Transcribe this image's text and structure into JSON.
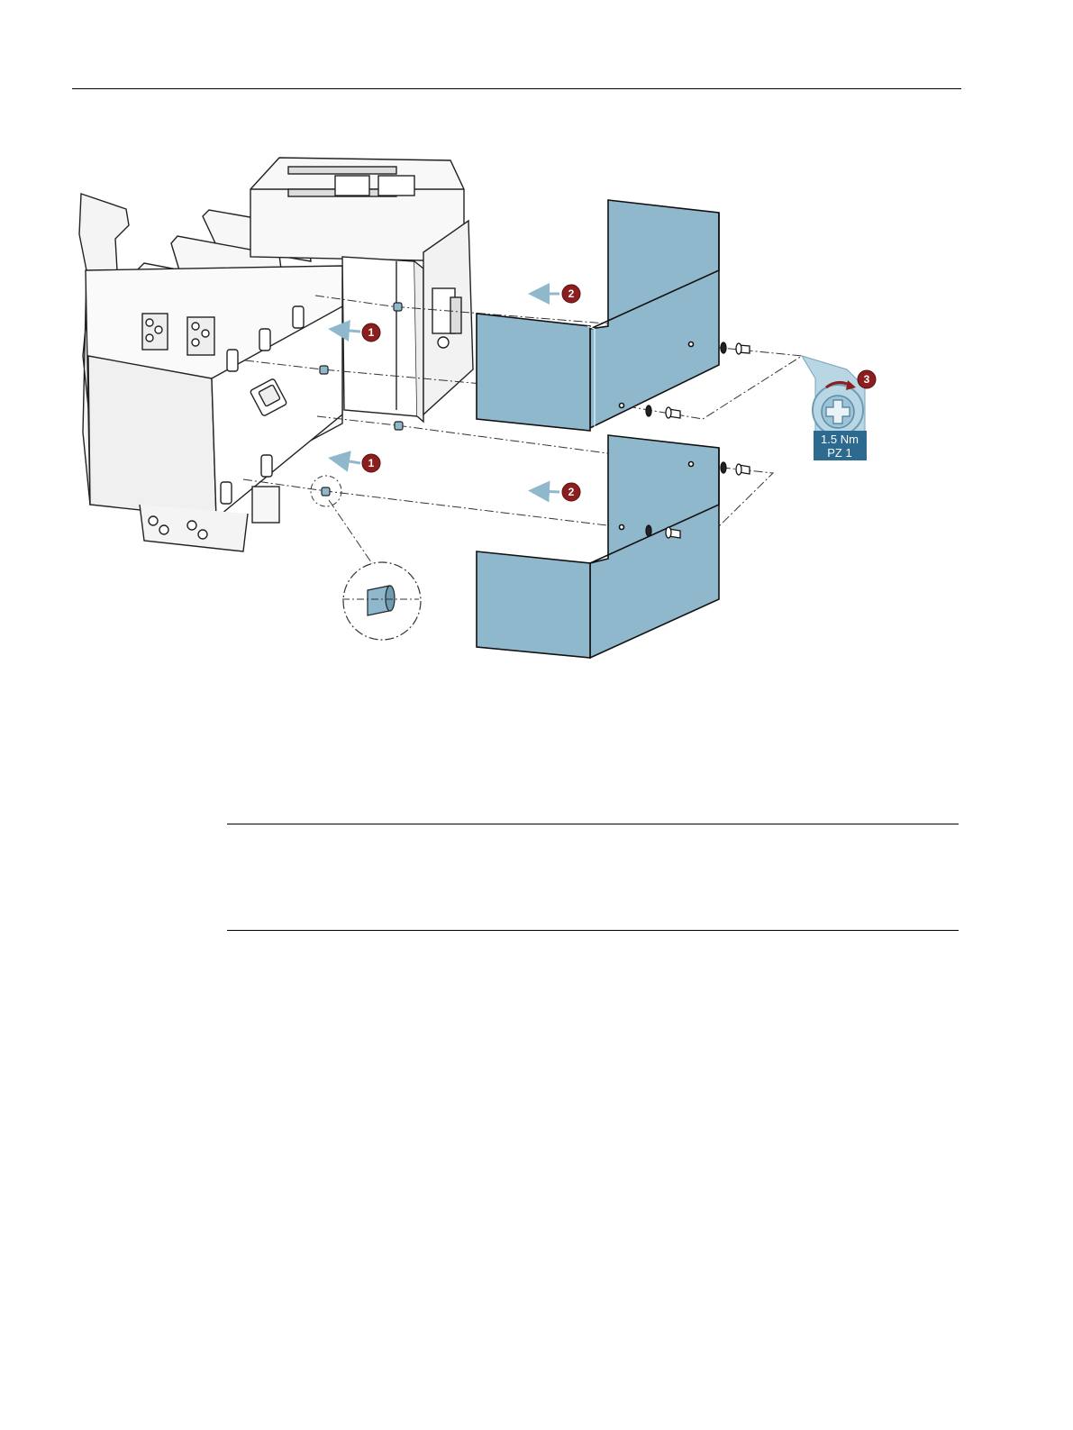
{
  "steps": [
    "1",
    "2",
    "3"
  ],
  "torque": {
    "value": "1.5 Nm",
    "bit": "PZ 1"
  },
  "colors": {
    "cover": "#8fb8cc",
    "badge": "#8b1e1e",
    "torque_label": "#2d6a8f",
    "screwdriver_ring": "#b9d6e4"
  },
  "icons": [
    "step-arrow-icon",
    "screwdriver-bit-icon",
    "rotation-arrow-icon",
    "spacer-detail-icon"
  ]
}
